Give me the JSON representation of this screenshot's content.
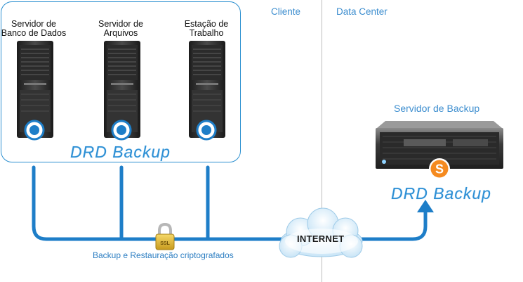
{
  "regions": {
    "client": "Cliente",
    "datacenter": "Data Center"
  },
  "client_servers": [
    {
      "label_line1": "Servidor de",
      "label_line2": "Banco de Dados"
    },
    {
      "label_line1": "Servidor de",
      "label_line2": "Arquivos"
    },
    {
      "label_line1": "Estação de",
      "label_line2": "Trabalho"
    }
  ],
  "brand": {
    "client_text": "DRD Backup",
    "server_text": "DRD Backup",
    "logo_letter": "S"
  },
  "backup_server": {
    "label": "Servidor de Backup"
  },
  "internet": {
    "label": "INTERNET"
  },
  "lock": {
    "label": "SSL"
  },
  "caption": "Backup e Restauração criptografados",
  "colors": {
    "line": "#1e7ec8",
    "panel_border": "#2a8fd0",
    "logo_orange": "#f58a1f",
    "text_blue": "#3d8ecf"
  }
}
